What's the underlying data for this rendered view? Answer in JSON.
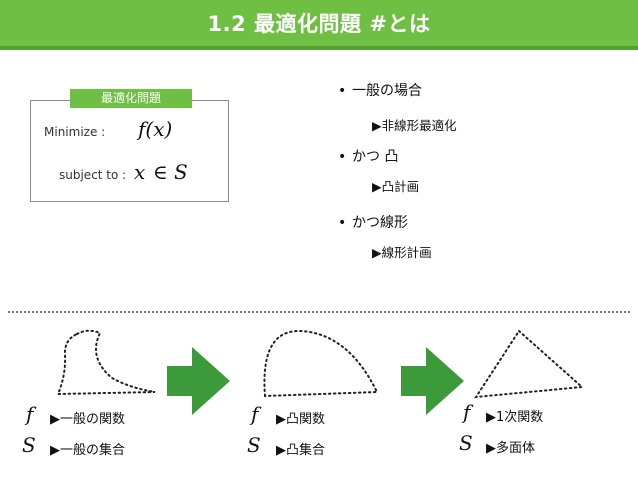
{
  "title": "1.2 最適化問題 #とは",
  "box": {
    "tag": "最適化問題",
    "minimize_label": "Minimize :",
    "minimize_expr": "f(x)",
    "subject_label": "subject to :",
    "subject_var": "x",
    "subject_in": "∈",
    "subject_set": "S"
  },
  "bullets": [
    {
      "dot": "•",
      "text": "一般の場合",
      "sub": "▶非線形最適化"
    },
    {
      "dot": "•",
      "text": "かつ 凸",
      "sub": "▶凸計画"
    },
    {
      "dot": "•",
      "text": "かつ線形",
      "sub": "▶線形計画"
    }
  ],
  "figures": [
    {
      "f_sym": "f",
      "f_text": "▶一般の関数",
      "s_sym": "S",
      "s_text": "▶一般の集合"
    },
    {
      "f_sym": "f",
      "f_text": "▶凸関数",
      "s_sym": "S",
      "s_text": "▶凸集合"
    },
    {
      "f_sym": "f",
      "f_text": "▶1次関数",
      "s_sym": "S",
      "s_text": "▶多面体"
    }
  ],
  "colors": {
    "accent": "#6fbf44",
    "arrow": "#3d9a3a"
  }
}
